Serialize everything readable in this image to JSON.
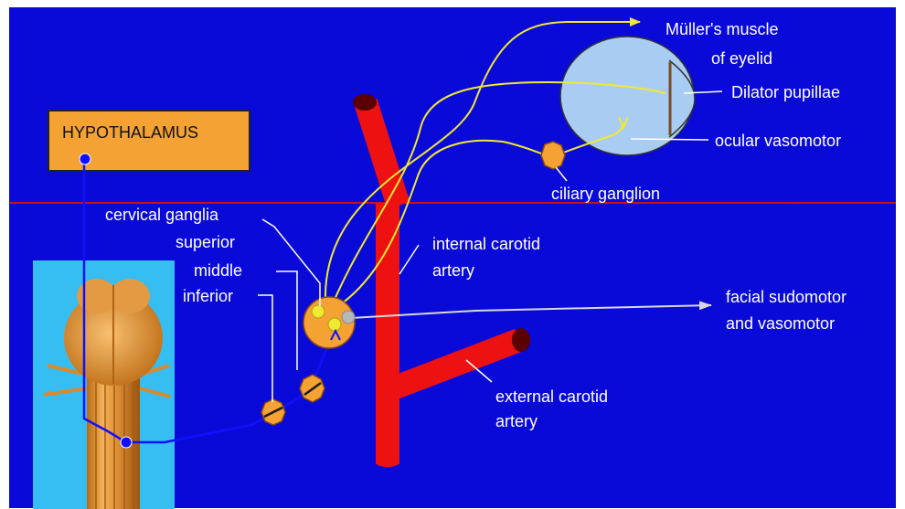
{
  "colors": {
    "background": "#0a0ad8",
    "hypothalamus_box": "#f5a234",
    "brainstem_panel": "#36bdf2",
    "artery": "#ee1111",
    "artery_end": "#5a0000",
    "sympathetic_fiber": "#f0e832",
    "preganglionic_fiber": "#1010ff",
    "ganglion": "#f5a234",
    "eyeball": "#a9cdf2",
    "divider_line": "#cc1111",
    "label_text": "#ffffff"
  },
  "labels": {
    "hypothalamus": "HYPOTHALAMUS",
    "cervical_ganglia": "cervical ganglia",
    "superior": "superior",
    "middle": "middle",
    "inferior": "inferior",
    "internal_carotid_1": "internal carotid",
    "internal_carotid_2": "artery",
    "external_carotid_1": "external carotid",
    "external_carotid_2": "artery",
    "muller_1": "Müller's muscle",
    "muller_2": "of eyelid",
    "dilator_pupillae": "Dilator pupillae",
    "ocular_vasomotor": "ocular vasomotor",
    "ciliary_ganglion": "ciliary ganglion",
    "facial_1": "facial sudomotor",
    "facial_2": "and vasomotor"
  }
}
